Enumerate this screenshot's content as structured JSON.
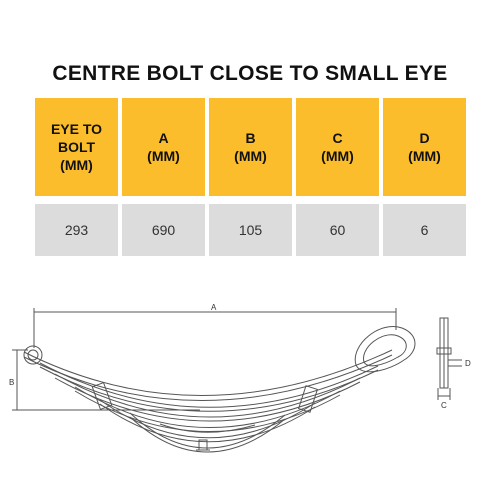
{
  "title": "CENTRE BOLT CLOSE TO SMALL EYE",
  "table": {
    "headers": [
      {
        "line1": "EYE TO",
        "line2": "BOLT",
        "line3": "(MM)"
      },
      {
        "line1": "A",
        "line2": "(MM)",
        "line3": ""
      },
      {
        "line1": "B",
        "line2": "(MM)",
        "line3": ""
      },
      {
        "line1": "C",
        "line2": "(MM)",
        "line3": ""
      },
      {
        "line1": "D",
        "line2": "(MM)",
        "line3": ""
      }
    ],
    "values": [
      "293",
      "690",
      "105",
      "60",
      "6"
    ]
  },
  "diagram": {
    "label_a": "A",
    "label_b": "B",
    "label_c": "C",
    "label_d": "D"
  },
  "colors": {
    "header_bg": "#fbbd2c",
    "value_bg": "#dcdcdc",
    "drawing_line": "#555555"
  }
}
